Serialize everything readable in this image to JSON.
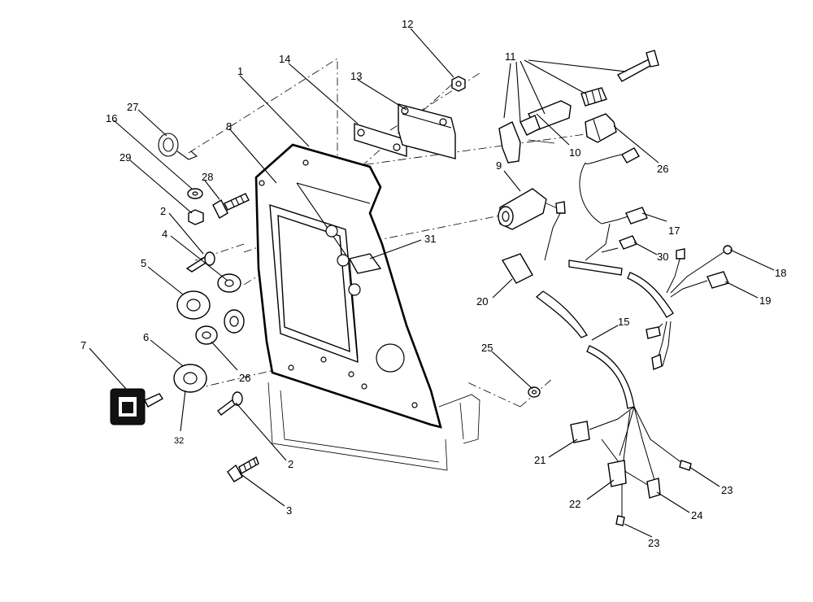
{
  "callouts": [
    {
      "id": "c1",
      "text": "1"
    },
    {
      "id": "c2a",
      "text": "2"
    },
    {
      "id": "c2b",
      "text": "2"
    },
    {
      "id": "c3",
      "text": "3"
    },
    {
      "id": "c4",
      "text": "4"
    },
    {
      "id": "c5",
      "text": "5"
    },
    {
      "id": "c6",
      "text": "6"
    },
    {
      "id": "c7",
      "text": "7"
    },
    {
      "id": "c8",
      "text": "8"
    },
    {
      "id": "c9",
      "text": "9"
    },
    {
      "id": "c10",
      "text": "10"
    },
    {
      "id": "c11",
      "text": "11"
    },
    {
      "id": "c12",
      "text": "12"
    },
    {
      "id": "c13",
      "text": "13"
    },
    {
      "id": "c14",
      "text": "14"
    },
    {
      "id": "c15",
      "text": "15"
    },
    {
      "id": "c16",
      "text": "16"
    },
    {
      "id": "c17",
      "text": "17"
    },
    {
      "id": "c18",
      "text": "18"
    },
    {
      "id": "c19",
      "text": "19"
    },
    {
      "id": "c20",
      "text": "20"
    },
    {
      "id": "c21",
      "text": "21"
    },
    {
      "id": "c22",
      "text": "22"
    },
    {
      "id": "c23a",
      "text": "23"
    },
    {
      "id": "c23b",
      "text": "23"
    },
    {
      "id": "c24",
      "text": "24"
    },
    {
      "id": "c25",
      "text": "25"
    },
    {
      "id": "c26a",
      "text": "26"
    },
    {
      "id": "c26b",
      "text": "26"
    },
    {
      "id": "c27",
      "text": "27"
    },
    {
      "id": "c28",
      "text": "28"
    },
    {
      "id": "c29",
      "text": "29"
    },
    {
      "id": "c30",
      "text": "30"
    },
    {
      "id": "c31",
      "text": "31"
    },
    {
      "id": "c32",
      "text": "32"
    }
  ]
}
